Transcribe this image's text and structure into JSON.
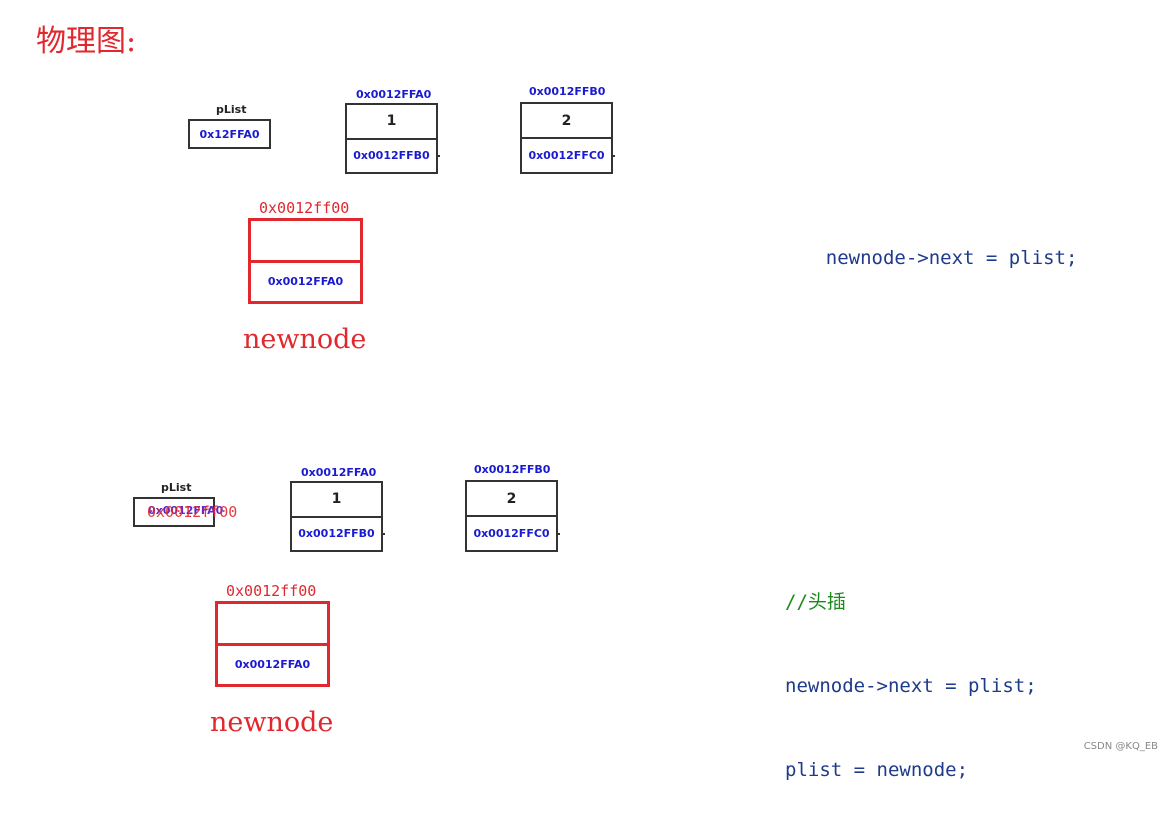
{
  "title": "物理图:",
  "diagram_top": {
    "plist_label": "pList",
    "plist_value": "0x12FFA0",
    "node1": {
      "addr": "0x0012FFA0",
      "data": "1",
      "next": "0x0012FFB0"
    },
    "node2": {
      "addr": "0x0012FFB0",
      "data": "2",
      "next": "0x0012FFC0"
    },
    "newnode": {
      "addr": "0x0012ff00",
      "next": "0x0012FFA0",
      "label": "newnode"
    },
    "code": [
      "newnode->next = plist;"
    ]
  },
  "diagram_bottom": {
    "plist_label": "pList",
    "plist_value_old": "0x0012FFA0",
    "plist_value_new": "0x0012ff00",
    "node1": {
      "addr": "0x0012FFA0",
      "data": "1",
      "next": "0x0012FFB0"
    },
    "node2": {
      "addr": "0x0012FFB0",
      "data": "2",
      "next": "0x0012FFC0"
    },
    "newnode": {
      "addr": "0x0012ff00",
      "next": "0x0012FFA0",
      "label": "newnode"
    },
    "code": {
      "comment": "//头插",
      "line1": "newnode->next = plist;",
      "line2": "plist = newnode;"
    }
  },
  "watermark": "CSDN @KQ_EB",
  "colors": {
    "red": "#e0282e",
    "blue": "#1a1ad0",
    "code_blue": "#1e3a8a",
    "comment_green": "#1b8a1b"
  }
}
